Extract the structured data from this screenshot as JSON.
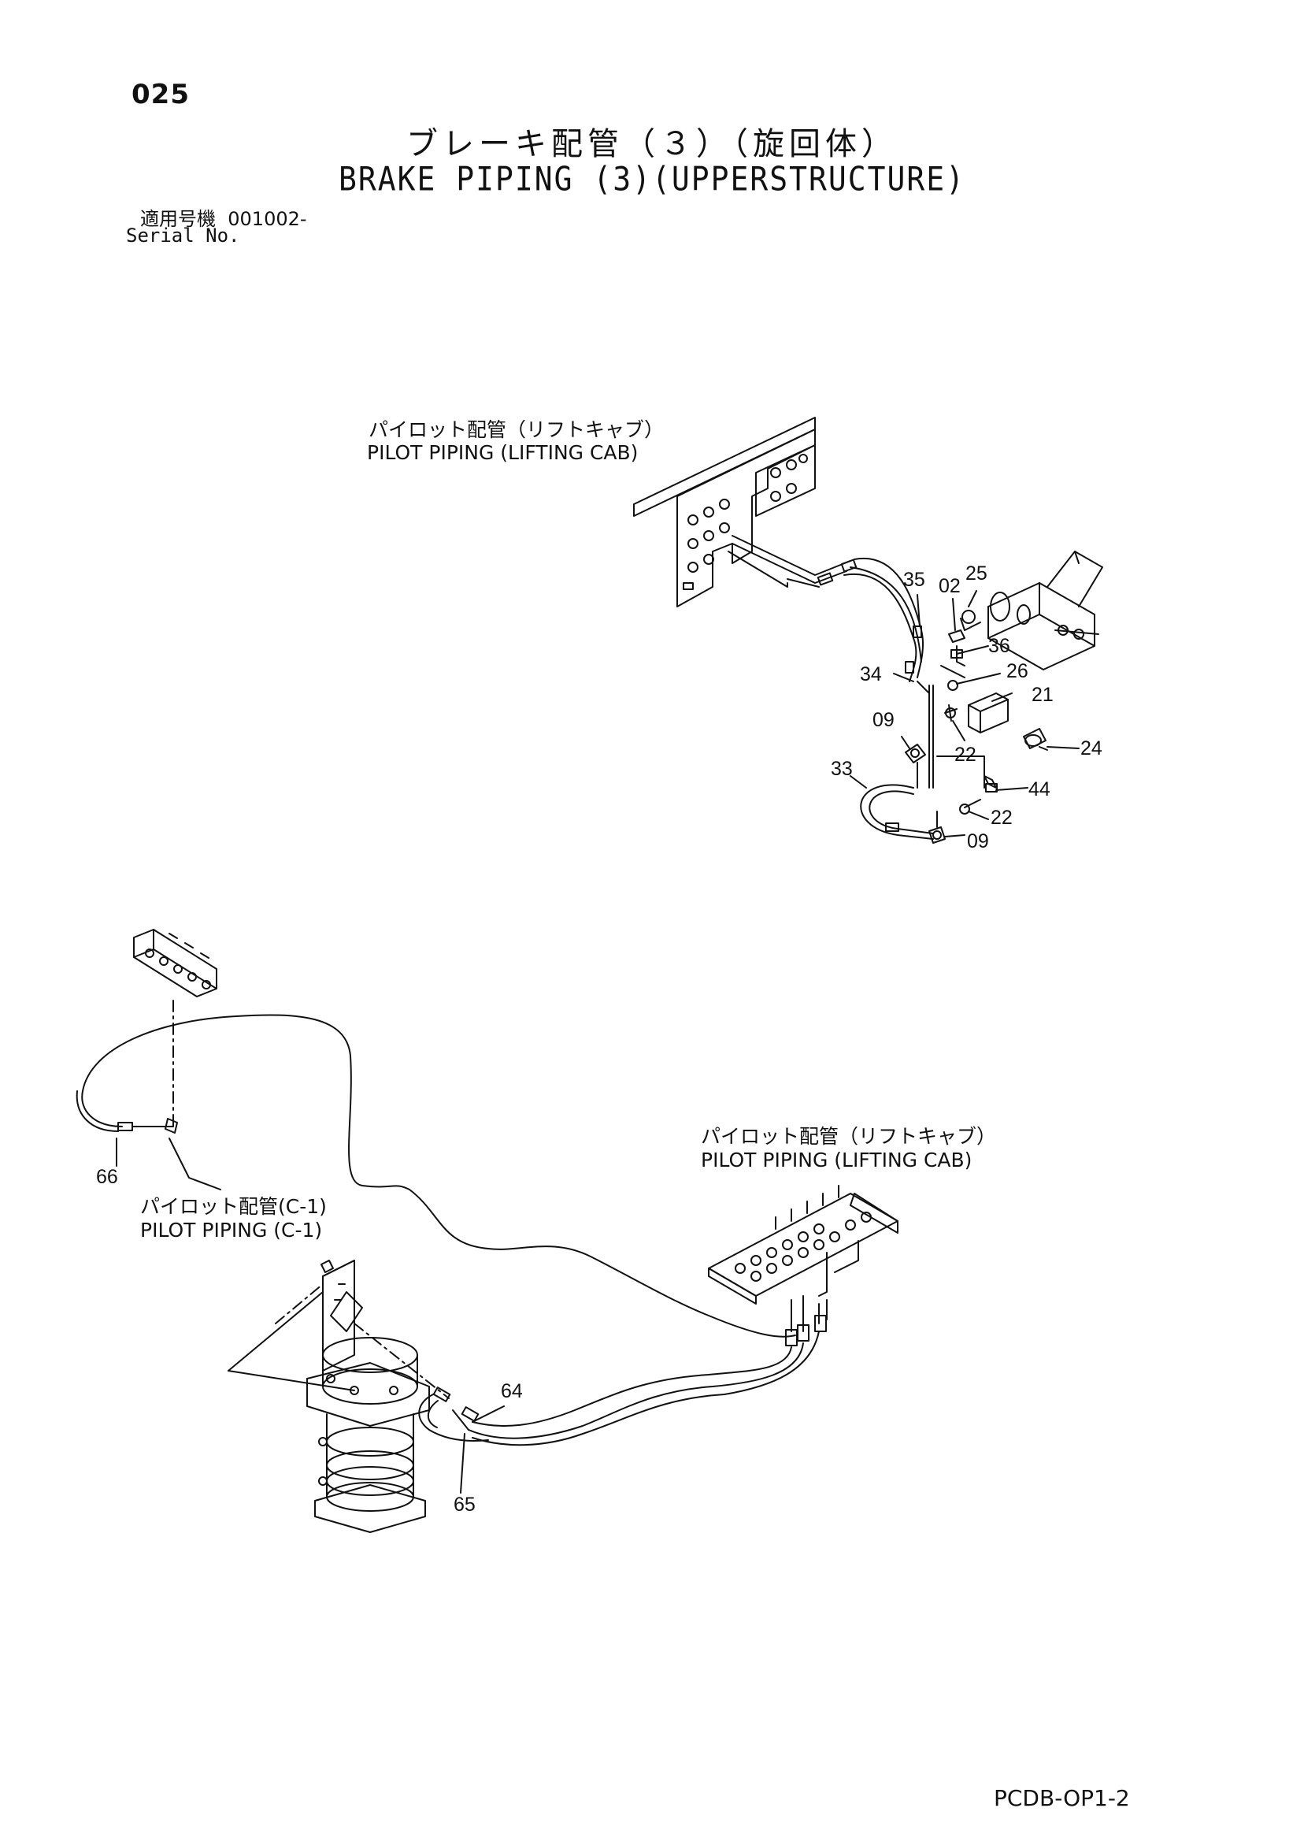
{
  "header": {
    "page_number": "025",
    "title_jp": "ブレーキ配管（３）（旋回体）",
    "title_en": "BRAKE PIPING (3)(UPPERSTRUCTURE)",
    "serial_label_jp": "適用号機",
    "serial_value": "001002-",
    "serial_label_en": "Serial No."
  },
  "callouts": {
    "top_jp": "パイロット配管（リフトキャブ）",
    "top_en": "PILOT PIPING (LIFTING CAB)",
    "right_jp": "パイロット配管（リフトキャブ）",
    "right_en": "PILOT PIPING (LIFTING CAB)",
    "left_jp": "パイロット配管(C-1)",
    "left_en": "PILOT PIPING (C-1)"
  },
  "parts": {
    "p35": "35",
    "p02": "02",
    "p25": "25",
    "p36": "36",
    "p34": "34",
    "p26": "26",
    "p21": "21",
    "p09a": "09",
    "p22a": "22",
    "p24": "24",
    "p33": "33",
    "p44": "44",
    "p22b": "22",
    "p09b": "09",
    "p66": "66",
    "p64": "64",
    "p65": "65"
  },
  "footer": {
    "code": "PCDB-OP1-2"
  }
}
